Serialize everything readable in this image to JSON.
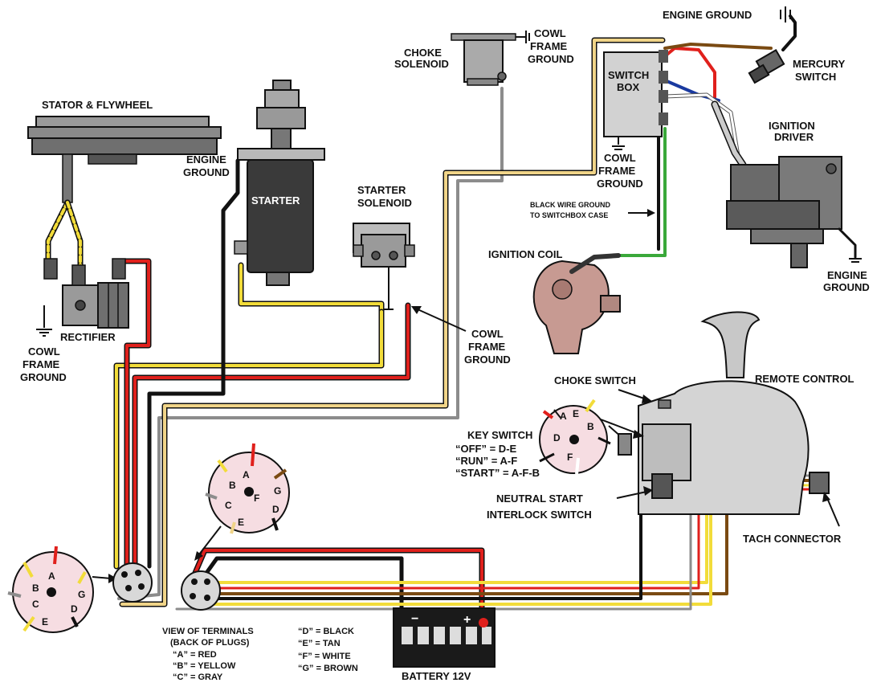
{
  "labels": {
    "stator": "STATOR & FLYWHEEL",
    "rectifier": "RECTIFIER",
    "cowl_ground_left_1": "COWL",
    "cowl_ground_left_2": "FRAME",
    "cowl_ground_left_3": "GROUND",
    "engine_ground_starter_1": "ENGINE",
    "engine_ground_starter_2": "GROUND",
    "starter": "STARTER",
    "starter_solenoid_1": "STARTER",
    "starter_solenoid_2": "SOLENOID",
    "choke_solenoid_1": "CHOKE",
    "choke_solenoid_2": "SOLENOID",
    "cowl_ground_top_1": "COWL",
    "cowl_ground_top_2": "FRAME",
    "cowl_ground_top_3": "GROUND",
    "switch_box_1": "SWITCH",
    "switch_box_2": "BOX",
    "cowl_ground_sb_1": "COWL",
    "cowl_ground_sb_2": "FRAME",
    "cowl_ground_sb_3": "GROUND",
    "engine_ground_top": "ENGINE GROUND",
    "mercury_switch_1": "MERCURY",
    "mercury_switch_2": "SWITCH",
    "ignition_driver_1": "IGNITION",
    "ignition_driver_2": "DRIVER",
    "black_wire_note_1": "BLACK WIRE GROUND",
    "black_wire_note_2": "TO SWITCHBOX CASE",
    "ignition_coil": "IGNITION COIL",
    "engine_ground_right_1": "ENGINE",
    "engine_ground_right_2": "GROUND",
    "cowl_ground_mid_1": "COWL",
    "cowl_ground_mid_2": "FRAME",
    "cowl_ground_mid_3": "GROUND",
    "choke_switch": "CHOKE SWITCH",
    "remote_control": "REMOTE CONTROL",
    "key_switch": "KEY SWITCH",
    "key_off": "“OFF” = D-E",
    "key_run": "“RUN” = A-F",
    "key_start": "“START” = A-F-B",
    "neutral_1": "NEUTRAL START",
    "neutral_2": "INTERLOCK SWITCH",
    "tach": "TACH CONNECTOR",
    "battery": "BATTERY 12V",
    "battery_minus": "−",
    "battery_plus": "+",
    "terminals_1": "VIEW OF TERMINALS",
    "terminals_2": "(BACK OF PLUGS)"
  },
  "legend": {
    "a": "“A” = RED",
    "b": "“B” = YELLOW",
    "c": "“C” = GRAY",
    "d": "“D” = BLACK",
    "e": "“E” = TAN",
    "f": "“F” = WHITE",
    "g": "“G” = BROWN"
  },
  "pins": {
    "a": "A",
    "b": "B",
    "c": "C",
    "d": "D",
    "e": "E",
    "f": "F",
    "g": "G"
  },
  "colors": {
    "red": "#e0201c",
    "yellow": "#f2dc3a",
    "gray": "#8c8c8c",
    "black": "#111111",
    "tan": "#e6cf9a",
    "white": "#ffffff",
    "brown": "#7a4a12",
    "green": "#3aa83a",
    "blue": "#1a3aa0",
    "plug_pink": "#f6dde2",
    "housing_gray": "#cfcfcf",
    "dark_gray": "#4a4a4a",
    "coil": "#c79a92"
  }
}
